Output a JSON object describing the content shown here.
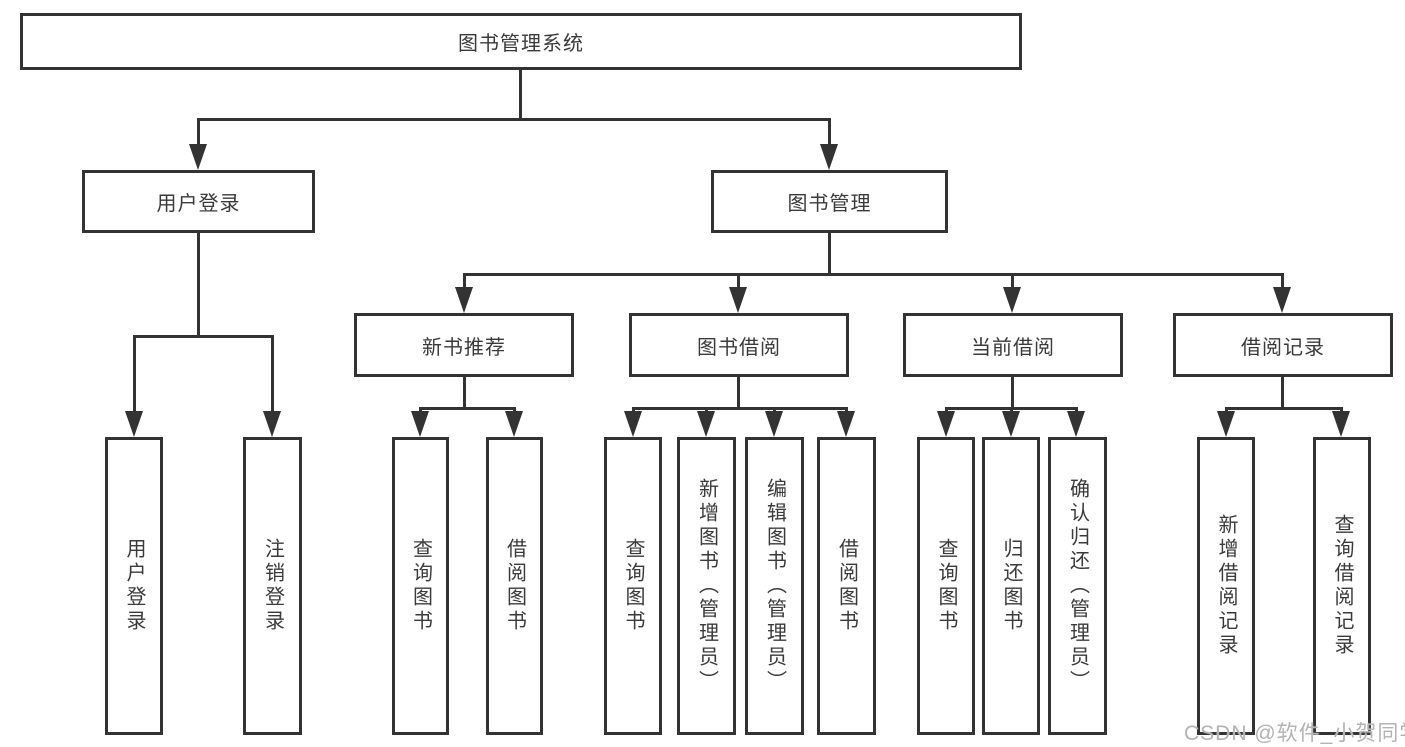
{
  "tree": {
    "label": "图书管理系统",
    "children": [
      {
        "label": "用户登录",
        "children": [
          {
            "label": "用户登录"
          },
          {
            "label": "注销登录"
          }
        ]
      },
      {
        "label": "图书管理",
        "children": [
          {
            "label": "新书推荐",
            "children": [
              {
                "label": "查询图书"
              },
              {
                "label": "借阅图书"
              }
            ]
          },
          {
            "label": "图书借阅",
            "children": [
              {
                "label": "查询图书"
              },
              {
                "label": "新增图书（管理员）"
              },
              {
                "label": "编辑图书（管理员）"
              },
              {
                "label": "借阅图书"
              }
            ]
          },
          {
            "label": "当前借阅",
            "children": [
              {
                "label": "查询图书"
              },
              {
                "label": "归还图书"
              },
              {
                "label": "确认归还（管理员）"
              }
            ]
          },
          {
            "label": "借阅记录",
            "children": [
              {
                "label": "新增借阅记录"
              },
              {
                "label": "查询借阅记录"
              }
            ]
          }
        ]
      }
    ]
  },
  "watermark": {
    "text": "CSDN @软件_小贺同学"
  },
  "colors": {
    "line": "#333333",
    "background": "#ffffff",
    "text": "#3a3a3a",
    "watermark": "#b3b3b3"
  }
}
